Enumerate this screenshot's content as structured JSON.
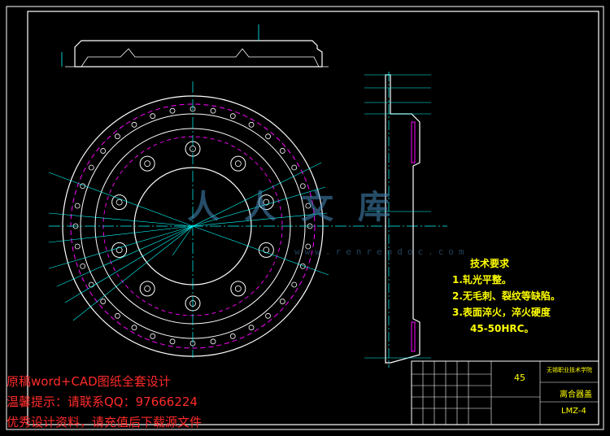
{
  "watermark": {
    "text": "人人文库",
    "url": "www.renrendoc.com"
  },
  "tech_requirements": {
    "title": "技术要求",
    "items": [
      "1.轧光平整。",
      "2.无毛刺、裂纹等缺陷。",
      "3.表面淬火，淬火硬度",
      "45-50HRC。"
    ]
  },
  "title_block": {
    "center_value": "45",
    "school": "无锡职业技术学院",
    "part_name": "离合器盖",
    "drawing_no": "LMZ-4"
  },
  "promo": {
    "line1": "原稿word+CAD图纸全套设计",
    "line2": "温馨提示：请联系QQ：97666224",
    "line3": "优秀设计资料，请充值后下载源文件"
  },
  "colors": {
    "background": "#000000",
    "outline": "#ffffff",
    "dimension": "#00ffff",
    "hatch": "#ff00ff",
    "text": "#ffff00",
    "promo": "#ff2a2a"
  }
}
